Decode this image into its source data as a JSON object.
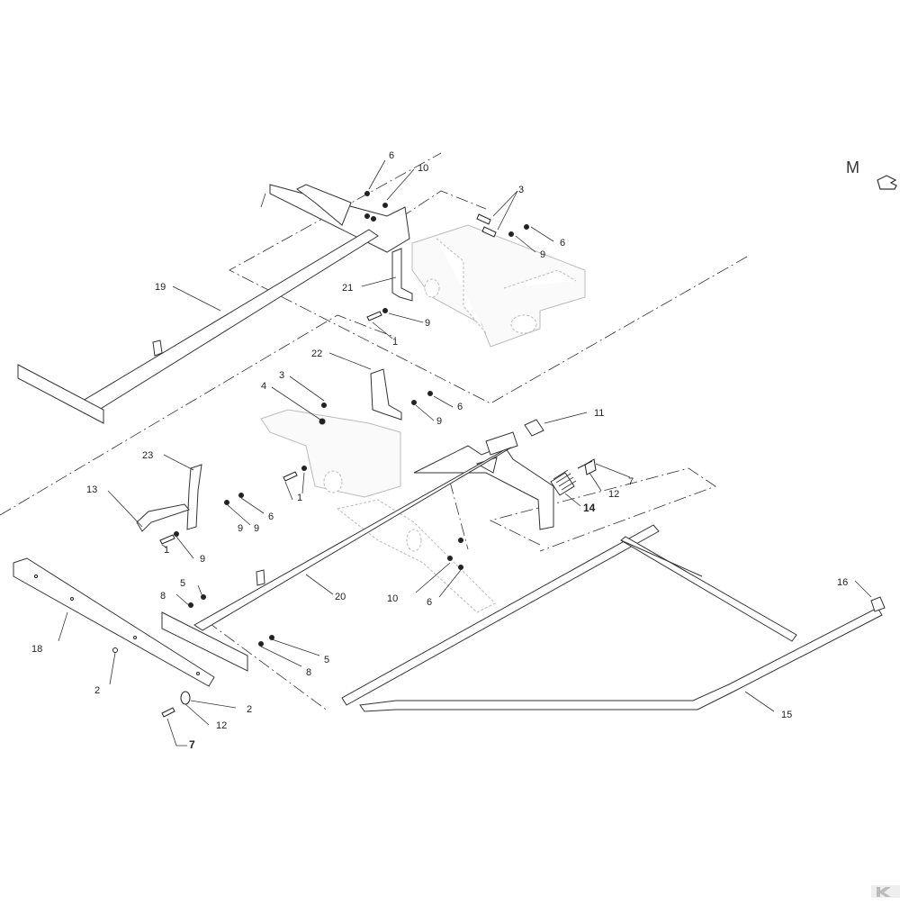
{
  "view_marker": {
    "letter": "M",
    "arrow_icon": "view-arrow-icon"
  },
  "callouts": [
    {
      "id": "c6a",
      "text": "6",
      "bold": false
    },
    {
      "id": "c10a",
      "text": "10",
      "bold": false
    },
    {
      "id": "c3a",
      "text": "3",
      "bold": false
    },
    {
      "id": "c9a",
      "text": "9",
      "bold": false
    },
    {
      "id": "c6b",
      "text": "6",
      "bold": false
    },
    {
      "id": "c19",
      "text": "19",
      "bold": false
    },
    {
      "id": "c21",
      "text": "21",
      "bold": false
    },
    {
      "id": "c9b",
      "text": "9",
      "bold": false
    },
    {
      "id": "c1a",
      "text": "1",
      "bold": false
    },
    {
      "id": "c22",
      "text": "22",
      "bold": false
    },
    {
      "id": "c3b",
      "text": "3",
      "bold": false
    },
    {
      "id": "c4",
      "text": "4",
      "bold": false
    },
    {
      "id": "c6c",
      "text": "6",
      "bold": false
    },
    {
      "id": "c9c",
      "text": "9",
      "bold": false
    },
    {
      "id": "c11",
      "text": "11",
      "bold": false
    },
    {
      "id": "c23",
      "text": "23",
      "bold": false
    },
    {
      "id": "c7a",
      "text": "7",
      "bold": false
    },
    {
      "id": "c12a",
      "text": "12",
      "bold": false
    },
    {
      "id": "c13",
      "text": "13",
      "bold": false
    },
    {
      "id": "c9d",
      "text": "9",
      "bold": false
    },
    {
      "id": "c1b",
      "text": "1",
      "bold": false
    },
    {
      "id": "c9e",
      "text": "9",
      "bold": false
    },
    {
      "id": "c6d",
      "text": "6",
      "bold": false
    },
    {
      "id": "c14",
      "text": "14",
      "bold": true
    },
    {
      "id": "c1c",
      "text": "1",
      "bold": false
    },
    {
      "id": "c9f",
      "text": "9",
      "bold": false
    },
    {
      "id": "c5a",
      "text": "5",
      "bold": false
    },
    {
      "id": "c8a",
      "text": "8",
      "bold": false
    },
    {
      "id": "c20",
      "text": "20",
      "bold": false
    },
    {
      "id": "c10b",
      "text": "10",
      "bold": false
    },
    {
      "id": "c6e",
      "text": "6",
      "bold": false
    },
    {
      "id": "c16",
      "text": "16",
      "bold": false
    },
    {
      "id": "c18",
      "text": "18",
      "bold": false
    },
    {
      "id": "c5b",
      "text": "5",
      "bold": false
    },
    {
      "id": "c8b",
      "text": "8",
      "bold": false
    },
    {
      "id": "c2a",
      "text": "2",
      "bold": false
    },
    {
      "id": "c2b",
      "text": "2",
      "bold": false
    },
    {
      "id": "c12b",
      "text": "12",
      "bold": false
    },
    {
      "id": "c15",
      "text": "15",
      "bold": false
    },
    {
      "id": "c7b",
      "text": "7",
      "bold": true
    }
  ]
}
